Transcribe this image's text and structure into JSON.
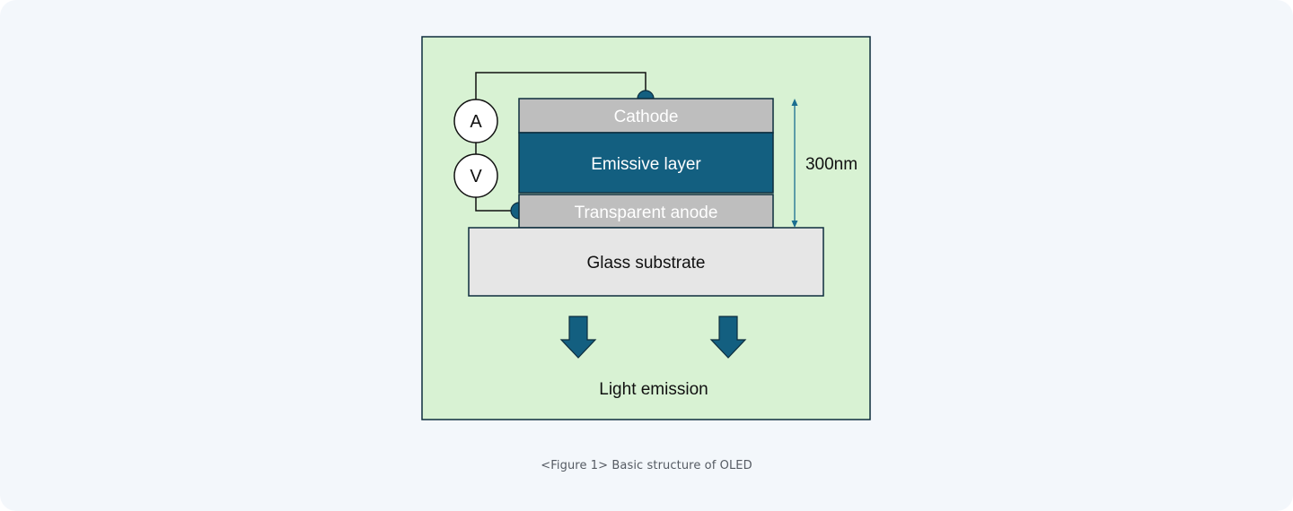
{
  "diagram": {
    "meter_a": "A",
    "meter_v": "V",
    "cathode": "Cathode",
    "emissive_layer": "Emissive layer",
    "anode": "Transparent anode",
    "substrate": "Glass substrate",
    "thickness": "300nm",
    "light_emission": "Light emission"
  },
  "colors": {
    "panel_bg": "#d8f2d3",
    "outline": "#0d2d3d",
    "electrode": "#bebebe",
    "emissive": "#135f80",
    "substrate": "#e6e6e6",
    "accent": "#1a6e90"
  },
  "caption": "<Figure 1> Basic structure of OLED"
}
